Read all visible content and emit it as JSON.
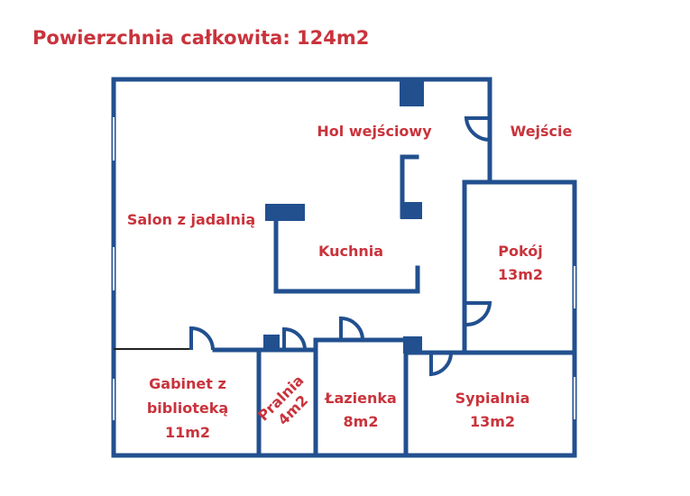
{
  "title": "Powierzchnia całkowita: 124m2",
  "colors": {
    "wall": "#22508f",
    "label": "#c9333c"
  },
  "rooms": {
    "hol": {
      "name": "Hol wejściowy"
    },
    "wejscie": {
      "name": "Wejście"
    },
    "salon": {
      "name": "Salon z jadalnią"
    },
    "kuchnia": {
      "name": "Kuchnia"
    },
    "pokoj": {
      "name": "Pokój",
      "area": "13m2"
    },
    "gabinet": {
      "name1": "Gabinet z",
      "name2": "biblioteką",
      "area": "11m2"
    },
    "pralnia": {
      "name": "Pralnia",
      "area": "4m2"
    },
    "lazienka": {
      "name": "Łazienka",
      "area": "8m2"
    },
    "sypialnia": {
      "name": "Sypialnia",
      "area": "13m2"
    }
  }
}
